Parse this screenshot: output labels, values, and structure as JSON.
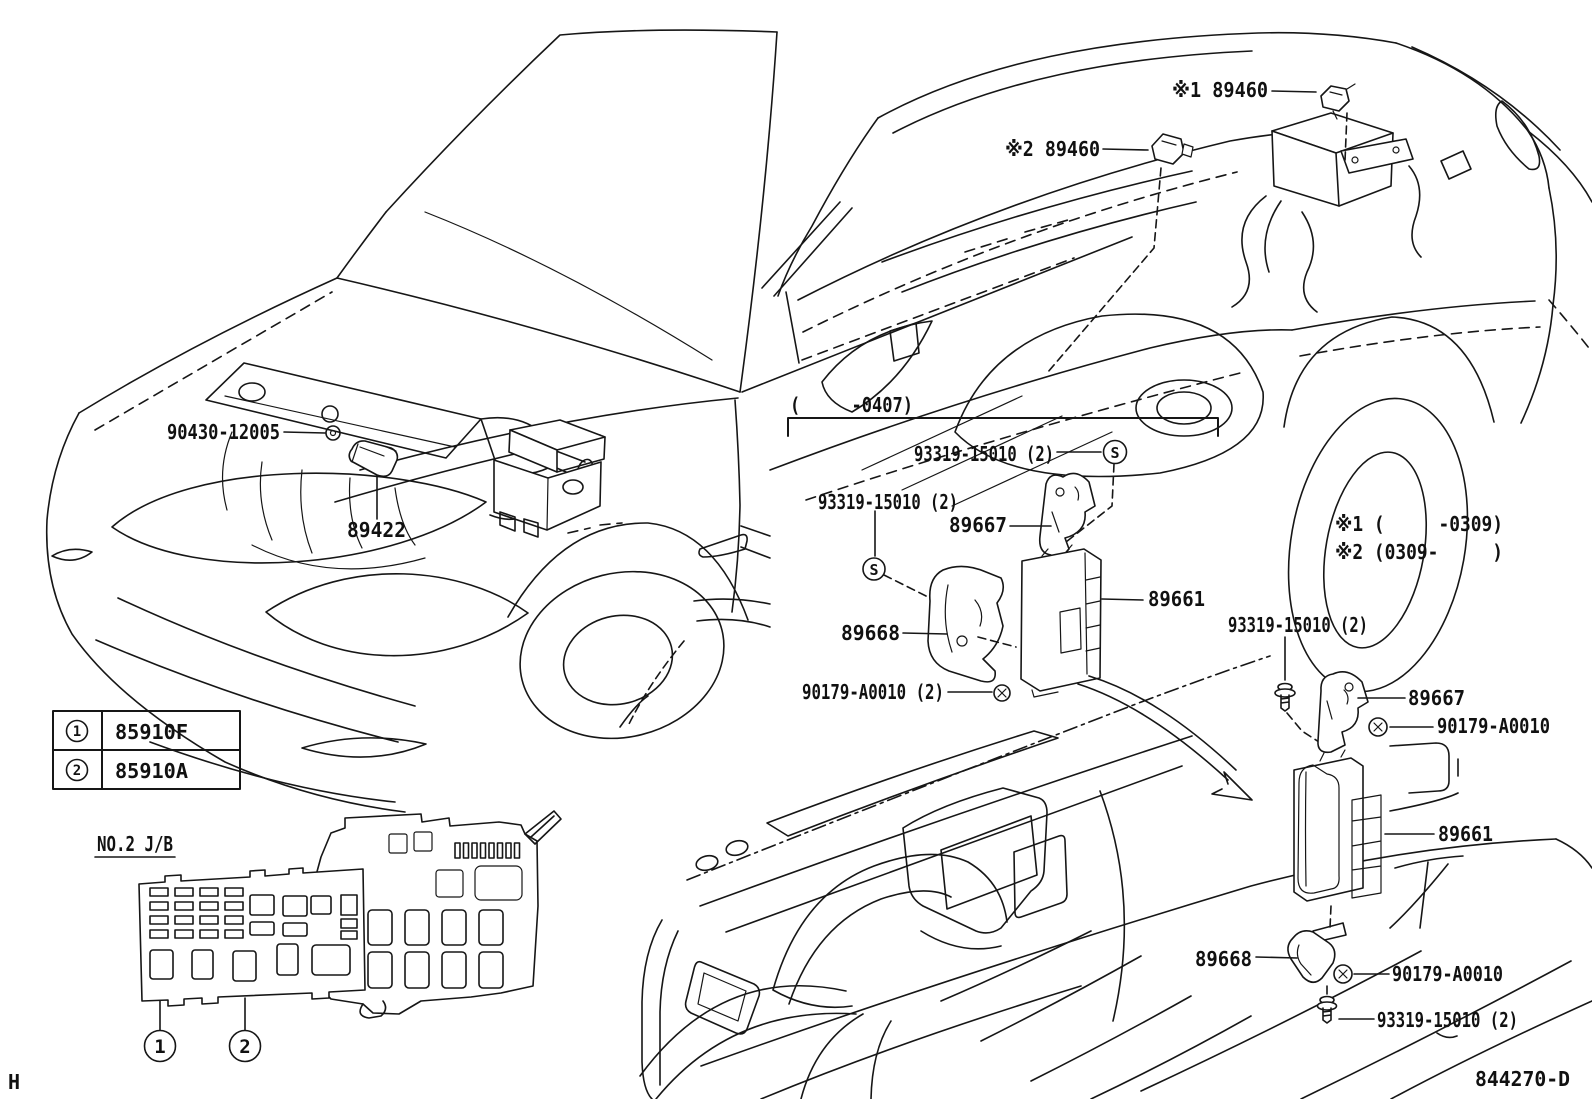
{
  "footer": {
    "sheet": "H",
    "code": "844270-D"
  },
  "section": {
    "range": "(     -0407)"
  },
  "notes": {
    "ref1": "※1 (     -0309)",
    "ref2": "※2 (0309-     )"
  },
  "legend": {
    "rows": [
      {
        "ref": "1",
        "part": "85910F"
      },
      {
        "ref": "2",
        "part": "85910A"
      }
    ]
  },
  "junction_box": {
    "title": "NO.2 J/B",
    "callouts": [
      "1",
      "2"
    ]
  },
  "marker": {
    "s": "S"
  },
  "parts": {
    "p89460_ref1": "※1 89460",
    "p89460_ref2": "※2 89460",
    "p90430": "90430-12005",
    "p89422": "89422",
    "p93319_a": "93319-15010 (2)",
    "p93319_b": "93319-15010 (2)",
    "p93319_c": "93319-15010 (2)",
    "p93319_d": "93319-15010 (2)",
    "p89667_a": "89667",
    "p89667_b": "89667",
    "p89668_a": "89668",
    "p89668_b": "89668",
    "p89661_a": "89661",
    "p89661_b": "89661",
    "p90179_pair": "90179-A0010 (2)",
    "p90179_a": "90179-A0010",
    "p90179_b": "90179-A0010"
  }
}
